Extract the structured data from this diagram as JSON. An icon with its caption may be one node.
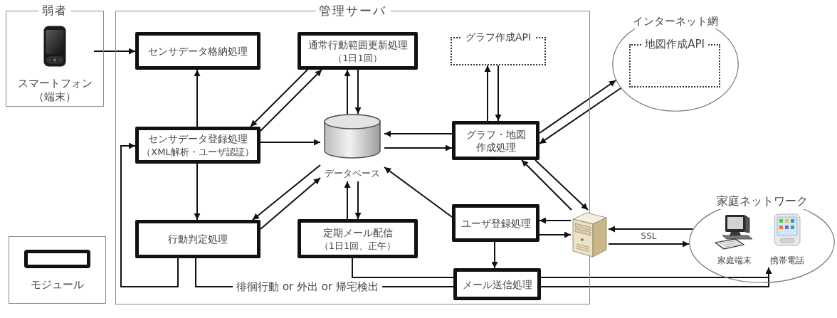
{
  "diagram": {
    "nodes": [
      {
        "text": [
          "弱者"
        ]
      },
      {
        "text": [
          "スマートフォン",
          "（端末）"
        ],
        "in": 0
      },
      {
        "text": [
          "管理サーバ"
        ]
      },
      {
        "text": [
          "センサデータ格納処理"
        ],
        "in": 2
      },
      {
        "text": [
          "通常行動範囲更新処理",
          "（1日1回）"
        ],
        "in": 2
      },
      {
        "text": [
          "グラフ作成API"
        ],
        "in": 2
      },
      {
        "text": [
          "センサデータ登録処理",
          "（XML解析・ユーザ認証）"
        ],
        "in": 2
      },
      {
        "text": [
          "データベース"
        ],
        "in": 2
      },
      {
        "text": [
          "グラフ・地図作成処理"
        ],
        "in": 2
      },
      {
        "text": [
          "行動判定処理"
        ],
        "in": 2
      },
      {
        "text": [
          "定期メール配信",
          "（1日1回、正午）"
        ],
        "in": 2
      },
      {
        "text": [
          "ユーザ登録処理"
        ],
        "in": 2
      },
      {
        "text": [
          "メール送信処理"
        ],
        "in": 2
      },
      {
        "text": [
          "インターネット網"
        ]
      },
      {
        "text": [
          "地図作成API"
        ],
        "in": 13
      },
      {
        "text": [],
        "shape": "picture"
      },
      {
        "text": [
          "家庭ネットワーク"
        ]
      },
      {
        "text": [
          "家庭端末"
        ],
        "in": 16
      },
      {
        "text": [
          "携帯電話"
        ],
        "in": 16
      }
    ],
    "edges": [
      {
        "from": 1,
        "to": 3,
        "arrow": "to"
      },
      {
        "from": 6,
        "to": 3,
        "arrow": "to"
      },
      {
        "from": 4,
        "to": 6,
        "arrow": "to"
      },
      {
        "from": 6,
        "to": 4,
        "arrow": "to"
      },
      {
        "from": 7,
        "to": 4,
        "arrow": "to"
      },
      {
        "from": 4,
        "to": 7,
        "arrow": "to"
      },
      {
        "from": 8,
        "to": 5,
        "arrow": "to"
      },
      {
        "from": 5,
        "to": 8,
        "arrow": "to"
      },
      {
        "from": 6,
        "to": 7,
        "arrow": "to"
      },
      {
        "from": 8,
        "to": 7,
        "arrow": "to"
      },
      {
        "from": 7,
        "to": 8,
        "arrow": "to"
      },
      {
        "from": 8,
        "to": 13,
        "arrow": "to"
      },
      {
        "from": 13,
        "to": 8,
        "arrow": "to"
      },
      {
        "from": 6,
        "to": 9,
        "arrow": "to"
      },
      {
        "from": 7,
        "to": 9,
        "arrow": "to"
      },
      {
        "from": 9,
        "to": 7,
        "arrow": "to"
      },
      {
        "from": 11,
        "to": 7,
        "arrow": "to"
      },
      {
        "from": 8,
        "to": 15,
        "arrow": "to"
      },
      {
        "from": 15,
        "to": 8,
        "arrow": "to"
      },
      {
        "from": 7,
        "to": 10,
        "arrow": "to"
      },
      {
        "from": 10,
        "to": 7,
        "arrow": "to"
      },
      {
        "from": 15,
        "to": 11,
        "arrow": "to"
      },
      {
        "from": 11,
        "to": 15,
        "arrow": "to"
      },
      {
        "from": 16,
        "to": 15,
        "arrow": "to"
      },
      {
        "from": 15,
        "to": 16,
        "arrow": "to",
        "label": "SSL"
      },
      {
        "from": 11,
        "to": 12,
        "arrow": "to"
      },
      {
        "from": 9,
        "to": 6,
        "arrow": "to"
      },
      {
        "from": 9,
        "to": 12,
        "arrow": "none",
        "label": "徘徊行動 or 外出 or 帰宅検出"
      },
      {
        "from": 10,
        "to": 12,
        "arrow": "none"
      },
      {
        "from": 12,
        "to": 18,
        "arrow": "to"
      },
      {
        "from": 12,
        "to": 18,
        "arrow": "to"
      }
    ],
    "legend": [
      {
        "text": "モジュール"
      }
    ]
  }
}
